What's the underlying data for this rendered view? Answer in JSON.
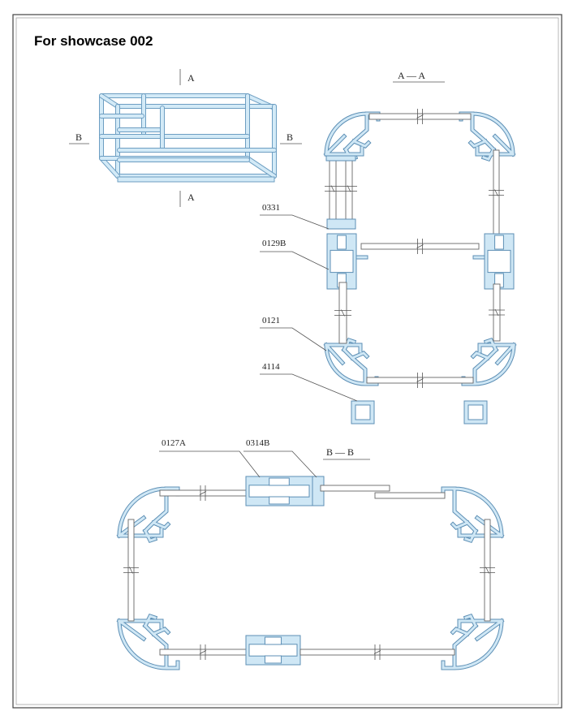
{
  "title": "For showcase 002",
  "perspective": {
    "section_marks": {
      "a_top": "A",
      "a_bottom": "A",
      "b_left": "B",
      "b_right": "B"
    }
  },
  "section_aa": {
    "heading": "A — A",
    "parts": [
      "0331",
      "0129B",
      "0121",
      "4114"
    ]
  },
  "section_bb": {
    "heading": "B — B",
    "parts": [
      "0127A",
      "0314B"
    ]
  },
  "colors": {
    "profile_fill": "#cfe7f5",
    "profile_stroke": "#5d8fb5"
  }
}
